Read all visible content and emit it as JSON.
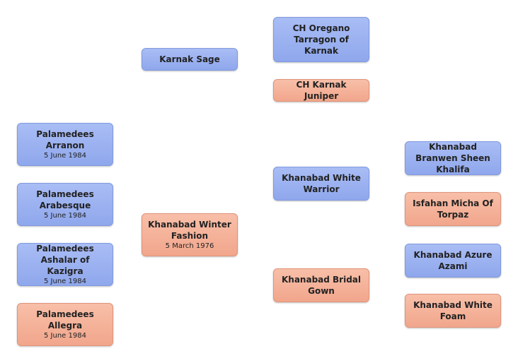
{
  "dogs": {
    "karnak_sage": {
      "name": "Karnak Sage",
      "date": ""
    },
    "oregano": {
      "name": "CH Oregano Tarragon of Karnak",
      "date": ""
    },
    "juniper": {
      "name": "CH Karnak Juniper",
      "date": ""
    },
    "arranon": {
      "name": "Palamedees Arranon",
      "date": "5 June 1984"
    },
    "arabesque": {
      "name": "Palamedees Arabesque",
      "date": "5 June 1984"
    },
    "ashalar": {
      "name": "Palamedees Ashalar of Kazigra",
      "date": "5 June 1984"
    },
    "allegra": {
      "name": "Palamedees Allegra",
      "date": "5 June 1984"
    },
    "winter_fashion": {
      "name": "Khanabad Winter Fashion",
      "date": "5 March 1976"
    },
    "white_warrior": {
      "name": "Khanabad White Warrior",
      "date": ""
    },
    "bridal_gown": {
      "name": "Khanabad Bridal Gown",
      "date": ""
    },
    "branwen": {
      "name": "Khanabad Branwen Sheen Khalifa",
      "date": ""
    },
    "micha": {
      "name": "Isfahan Micha Of Torpaz",
      "date": ""
    },
    "azure": {
      "name": "Khanabad Azure Azami",
      "date": ""
    },
    "white_foam": {
      "name": "Khanabad White Foam",
      "date": ""
    }
  },
  "colors": {
    "male": "#9ab0ef",
    "female": "#f5b29a"
  }
}
